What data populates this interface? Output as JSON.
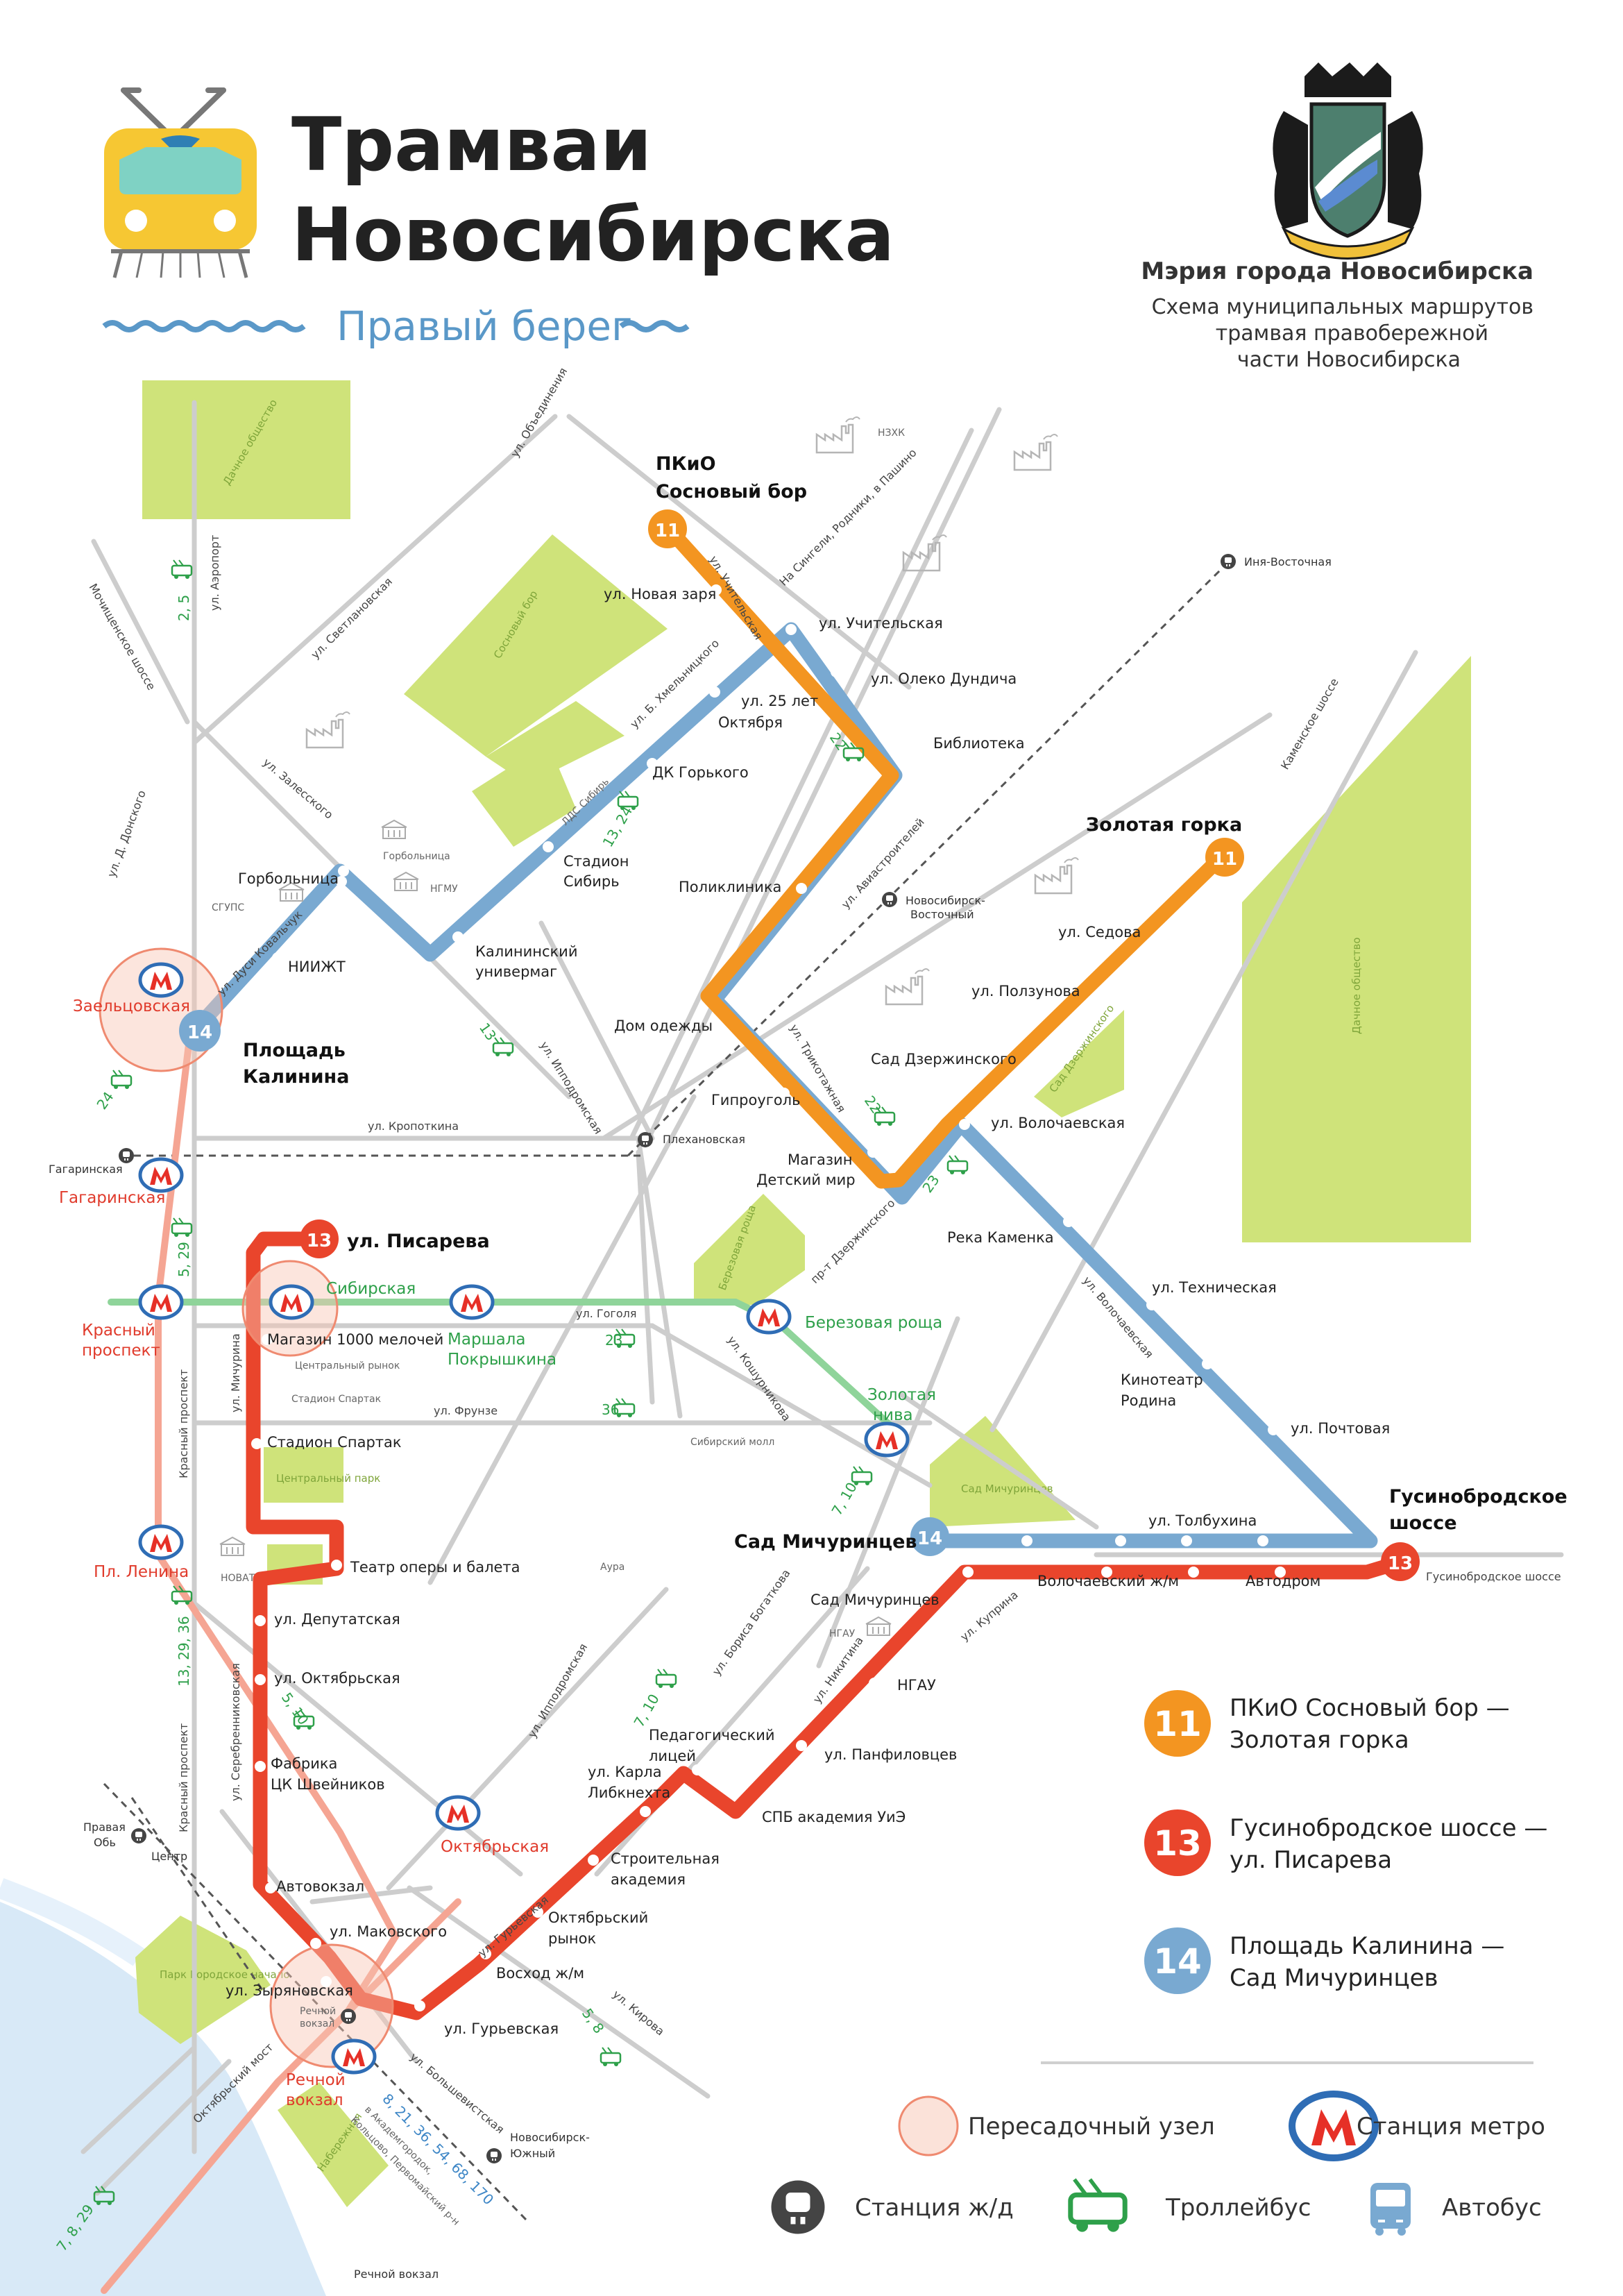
{
  "header": {
    "title_line1": "Трамваи",
    "title_line2": "Новосибирска",
    "subtitle": "Правый берег"
  },
  "mayor": {
    "title": "Мэрия города Новосибирска",
    "desc1": "Схема муниципальных маршрутов",
    "desc2": "трамвая правобережной",
    "desc3": "части Новосибирска"
  },
  "colors": {
    "route11": "#f39521",
    "route13": "#e9452c",
    "route14": "#79a9d1",
    "metro_red": "#e63027",
    "metro_green": "#8fd49a",
    "park": "#cfe37a",
    "road": "#c9c9c9",
    "water": "#d8e9f7",
    "troll": "#2ea04a",
    "bus": "#3d86c6"
  },
  "routes": {
    "r11": {
      "number": "11",
      "from": "ПКиО Сосновый бор —",
      "to": "Золотая горка"
    },
    "r13": {
      "number": "13",
      "from": "Гусинобродское шоссе —",
      "to": "ул. Писарева"
    },
    "r14": {
      "number": "14",
      "from": "Площадь Калинина —",
      "to": "Сад Мичуринцев"
    }
  },
  "terminals": {
    "pkio": [
      "ПКиО",
      "Сосновый бор"
    ],
    "zolotaya": "Золотая горка",
    "pisareva": "ул. Писарева",
    "kalinina": [
      "Площадь",
      "Калинина"
    ],
    "michurintsev": "Сад Мичуринцев",
    "gusino": [
      "Гусинобродское",
      "шоссе"
    ]
  },
  "stations": {
    "novaya_zarya": "ул. Новая заря",
    "uchitelskaya": "ул. Учительская",
    "oleko": "ул. Олеко Дундича",
    "biblioteka": "Библиотека",
    "let25": [
      "ул. 25 лет",
      "Октября"
    ],
    "dk_gorkogo": "ДК Горького",
    "stadion_sibir": [
      "Стадион",
      "Сибирь"
    ],
    "poliklinika": "Поликлиника",
    "kalininsky": [
      "Калининский",
      "универмаг"
    ],
    "gorbolnitsa": "Горбольница",
    "niiizht": "НИИЖТ",
    "dom_odezhdy": "Дом одежды",
    "giprougol": "Гипроуголь",
    "magazin_dm": [
      "Магазин",
      "Детский мир"
    ],
    "sedova": "ул. Седова",
    "polzunova": "ул. Ползунова",
    "sad_dz": "Сад Дзержинского",
    "volochaevskaya": "ул. Волочаевская",
    "reka_kamenka": "Река Каменка",
    "tehnicheskaya": "ул. Техническая",
    "kinoteatr": [
      "Кинотеатр",
      "Родина"
    ],
    "pochtovaya": "ул. Почтовая",
    "tolbuhina": "ул. Толбухина",
    "volochaevsky_zhm": "Волочаевский ж/м",
    "avtodrom": "Автодром",
    "magazin1000": "Магазин 1000 мелочей",
    "stadion_spartak": "Стадион Спартак",
    "teatr": "Театр оперы и балета",
    "deputatskaya": "ул. Депутатская",
    "oktyabrskaya": "ул. Октябрьская",
    "fabrika": [
      "Фабрика",
      "ЦК Швейников"
    ],
    "avtovokzal": "Автовокзал",
    "makovskogo": "ул. Маковского",
    "zyryanovskaya": "ул. Зыряновская",
    "gurievskaya": "ул. Гурьевская",
    "voshod": "Восход ж/м",
    "okt_rynok": [
      "Октябрьский",
      "рынок"
    ],
    "stroit": [
      "Строительная",
      "академия"
    ],
    "karla": [
      "ул. Карла",
      "Либкнехта"
    ],
    "ped_litsey": [
      "Педагогический",
      "лицей"
    ],
    "spb": "СПБ академия УиЭ",
    "panfilovtsev": "ул. Панфиловцев",
    "ngau": "НГАУ",
    "sad_mich": "Сад Мичуринцев"
  },
  "metro": {
    "zaeltsovskaya": "Заельцовская",
    "gagarinskaya": "Гагаринская",
    "krasny": [
      "Красный",
      "проспект"
    ],
    "lenina": "Пл. Ленина",
    "oktyabrskaya": "Октябрьская",
    "rechnoy": [
      "Речной",
      "вокзал"
    ],
    "sibirskaya": "Сибирская",
    "marshala": [
      "Маршала",
      "Покрышкина"
    ],
    "berezovaya": "Березовая роща",
    "zolotaya_niva": [
      "Золотая",
      "нива"
    ]
  },
  "rail_stations": {
    "inya": "Иня-Восточная",
    "nsk_vost": [
      "Новосибирск-",
      "Восточный"
    ],
    "plehanovskaya": "Плехановская",
    "gagarinskaya": "Гагаринская",
    "pravaya_ob": [
      "Правая",
      "Обь"
    ],
    "centr": "Центр",
    "rechnoy": [
      "Речной",
      "вокзал"
    ],
    "nsk_yuzhny": [
      "Новосибирск-",
      "Южный"
    ],
    "rechnoy_pier": "Речной вокзал"
  },
  "roads": {
    "obedineniya": "ул. Объединения",
    "aeroport": "ул. Аэропорт",
    "svetlanovskaya": "ул. Светлановская",
    "zalesskogo": "ул. Залесского",
    "monitsenskoe": "Мочищенское шоссе",
    "donskogo": "ул. Д. Донского",
    "dusi": "ул. Дуси Ковальчук",
    "hmelnitskogo": "ул. Б. Хмельницкого",
    "uchitelskaya": "ул. Учительская",
    "toward": "На Сингели, Родники, в Пашино",
    "aviastroiteley": "ул. Авиастроителей",
    "ippodromskaya": "ул. Ипподромская",
    "kropotkina": "ул. Кропоткина",
    "trikotazhnaya": "ул. Трикотажная",
    "dzerzhinsky": "пр-т Дзержинского",
    "kamenskoe": "Каменское шоссе",
    "volochaevskaya": "ул. Волочаевская",
    "gogolya": "ул. Гоголя",
    "frunze": "ул. Фрунзе",
    "koshurnikova": "ул. Кошурникова",
    "michurina": "ул. Мичурина",
    "krasny_pr": "Красный проспект",
    "serebrennikovskaya": "ул. Серебренниковская",
    "ippodromskaya2": "ул. Ипподромская",
    "bogatkova": "ул. Бориса Богаткова",
    "nikitina": "ул. Никитина",
    "kuprina": "ул. Куприна",
    "gusino_road": "Гусинобродское шоссе",
    "gurievskaya": "ул. Гурьевская",
    "kirova": "ул. Кирова",
    "bolshevistskaya": "ул. Большевистская",
    "okt_most": "Октябрьский мост"
  },
  "landmarks": {
    "nzhk": "НЗХК",
    "gorbolnitsa": "Горбольница",
    "sgups": "СГУПС",
    "ngmu": "НГМУ",
    "lds": "ЛДС Сибирь",
    "tsentr_rynok": "Центральный рынок",
    "stadion_spartak": "Стадион Спартак",
    "sib_moll": "Сибирский молл",
    "aura": "Аура",
    "novat": "НОВАТ",
    "ngau": "НГАУ"
  },
  "parks": {
    "dachnoe1": "Дачное общество",
    "sosnovy": "Сосновый бор",
    "dachnoe2": "Дачное общество",
    "sad_dz": "Сад Дзержинского",
    "berezovaya": "Березовая роща",
    "centralny": "Центральный парк",
    "sad_mich": "Сад Мичуринцев",
    "park_gorod": "Парк Городское начало",
    "naberezhnaya": "Набережная"
  },
  "transit": {
    "t_2_5": "2, 5",
    "t_13_24": "13, 24",
    "t_22": "22",
    "t_22b": "22",
    "t_23": "23",
    "t_23b": "23",
    "t_13": "13",
    "t_24": "24",
    "t_5_29": "5, 29",
    "t_36": "36",
    "t_7_10": "7, 10",
    "t_7_10b": "7, 10",
    "t_5_10": "5, 10",
    "t_13_29_36": "13, 29, 36",
    "t_5_8": "5, 8",
    "t_7_8_29": "7, 8, 29",
    "bus_list": "8, 21, 36, 54, 68, 170",
    "bus_to1": "в Академгородок,",
    "bus_to2": "Кольцово, Первомайский р-н"
  },
  "legend": {
    "transfer": "Пересадочный узел",
    "metro": "Станция метро",
    "rail": "Станция ж/д",
    "trolley": "Троллейбус",
    "bus": "Автобус"
  }
}
